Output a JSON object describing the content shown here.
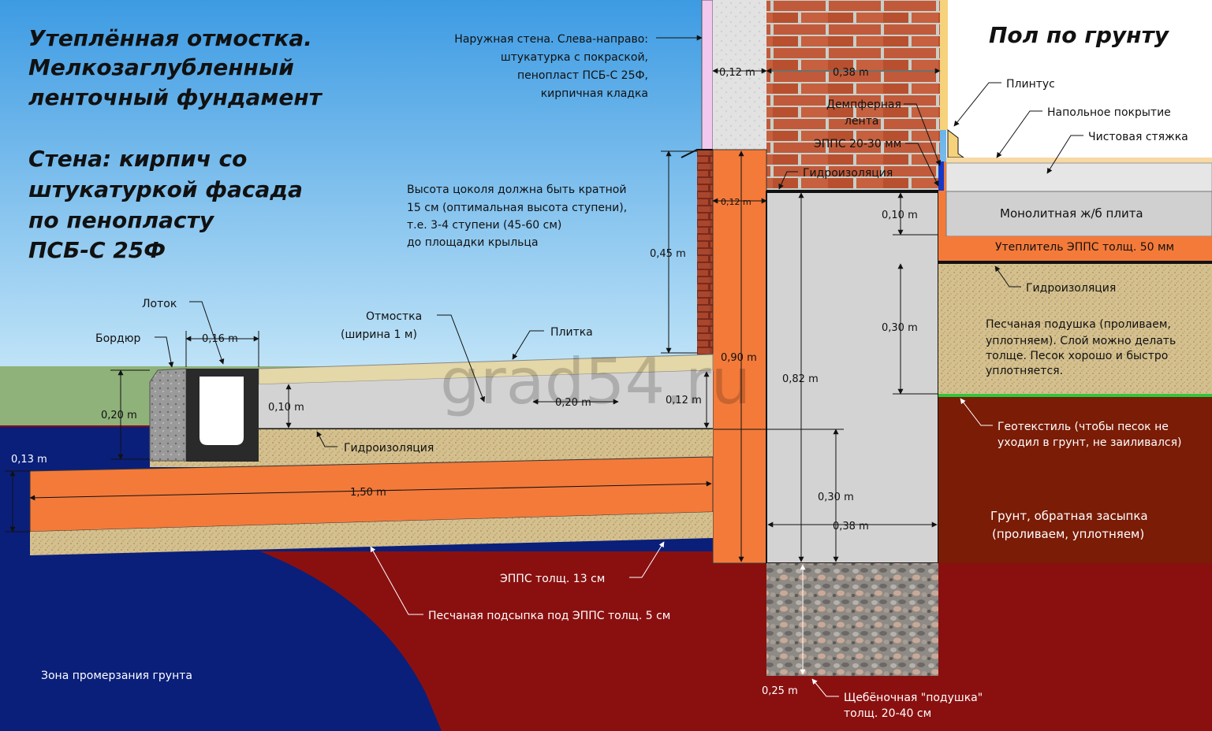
{
  "titles": {
    "main_line1": "Утеплённая отмостка.",
    "main_line2": "Мелкозаглубленный",
    "main_line3": "ленточный фундамент",
    "wall_line1": "Стена: кирпич со",
    "wall_line2": "штукатуркой фасада",
    "wall_line3": "по пенопласту",
    "wall_line4": "ПСБ-С 25Ф",
    "floor": "Пол по грунту"
  },
  "labels": {
    "outer_wall_1": "Наружная стена. Слева-направо:",
    "outer_wall_2": "штукатурка с покраской,",
    "outer_wall_3": "пенопласт ПСБ-С 25Ф,",
    "outer_wall_4": "кирпичная кладка",
    "plinth_note_1": "Высота цоколя должна быть кратной",
    "plinth_note_2": "15 см (оптимальная высота ступени),",
    "plinth_note_3": "т.е. 3-4 ступени (45-60 см)",
    "plinth_note_4": "до площадки крыльца",
    "tray": "Лоток",
    "curb": "Бордюр",
    "blind_area_1": "Отмостка",
    "blind_area_2": "(ширина 1 м)",
    "tile": "Плитка",
    "waterproof_left": "Гидроизоляция",
    "waterproof_wall": "Гидроизоляция",
    "waterproof_floor": "Гидроизоляция",
    "damper_1": "Демпферная",
    "damper_2": "лента",
    "epps_wall": "ЭППС 20-30 мм",
    "skirting": "Плинтус",
    "floor_cover": "Напольное покрытие",
    "screed": "Чистовая стяжка",
    "slab": "Монолитная ж/б плита",
    "floor_insul": "Утеплитель ЭППС толщ. 50 мм",
    "sand_cushion_1": "Песчаная подушка (проливаем,",
    "sand_cushion_2": "уплотняем). Слой можно делать",
    "sand_cushion_3": "толще. Песок хорошо и быстро",
    "sand_cushion_4": "уплотняется.",
    "geotextile_1": "Геотекстиль (чтобы песок не",
    "geotextile_2": "уходил в грунт, не заиливался)",
    "soil_1": "Грунт, обратная засыпка",
    "soil_2": "(проливаем, уплотняем)",
    "epps_13": "ЭППС толщ. 13 см",
    "sand_5": "Песчаная подсыпка под ЭППС толщ. 5 см",
    "freeze_zone": "Зона промерзания грунта",
    "gravel_1": "Щебёночная \"подушка\"",
    "gravel_2": "толщ. 20-40 см"
  },
  "dimensions": {
    "d_012_top": "0,12 m",
    "d_038_top": "0,38 m",
    "d_012_mid": "0,12 m",
    "d_045": "0,45 m",
    "d_090": "0,90 m",
    "d_082": "0,82 m",
    "d_010_slab": "0,10 m",
    "d_030_sand": "0,30 m",
    "d_016": "0,16 m",
    "d_020_curb": "0,20 m",
    "d_010_blind": "0,10 m",
    "d_020_blind": "0,20 m",
    "d_012_blind": "0,12 m",
    "d_013": "0,13 m",
    "d_150": "1,50 m",
    "d_030_found": "0,30 m",
    "d_038_found": "0,38 m",
    "d_025": "0,25 m"
  },
  "watermark": "grad54.ru",
  "colors": {
    "sky": "#5aaee8",
    "grass": "#8fb27a",
    "soil": "#8a1010",
    "freeze": "#0a1f7a",
    "epps": "#f47a3a",
    "concrete": "#d6d6d6",
    "sand": "#d8c69a",
    "brick": "#b44a2c",
    "plaster": "#f2c8ee",
    "geotextile": "#2ec83a"
  }
}
